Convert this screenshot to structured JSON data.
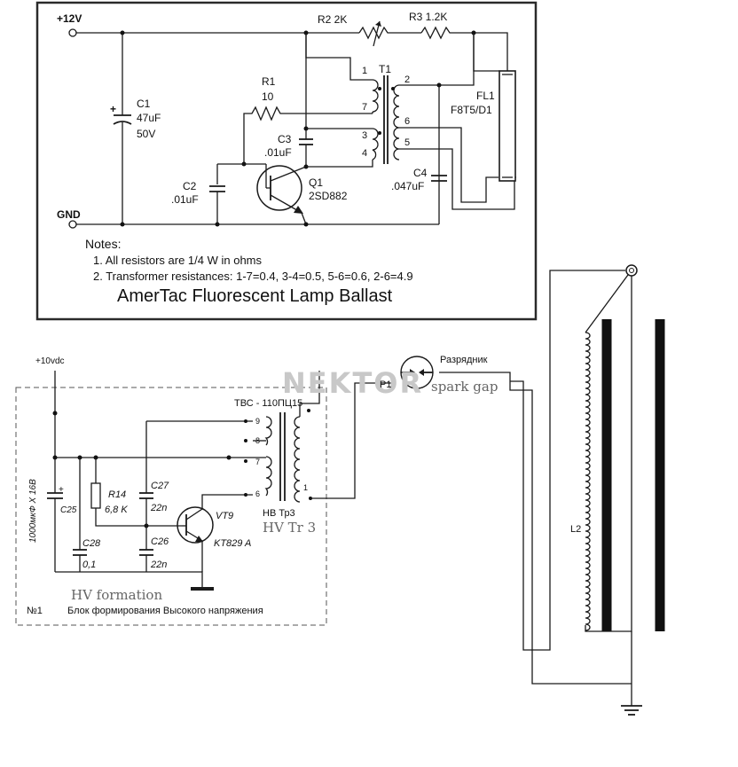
{
  "diagram_top": {
    "supply_label": "+12V",
    "ground_label": "GND",
    "r2_label": "R2 2K",
    "r3_label": "R3  1.2K",
    "c1_ref": "C1",
    "c1_value": "47uF",
    "c1_voltage": "50V",
    "r1_ref": "R1",
    "r1_value": "10",
    "c3_ref": "C3",
    "c3_value": ".01uF",
    "c2_ref": "C2",
    "c2_value": ".01uF",
    "q1_ref": "Q1",
    "q1_part": "2SD882",
    "t1_ref": "T1",
    "fl1_ref": "FL1",
    "fl1_part": "F8T5/D1",
    "c4_ref": "C4",
    "c4_value": ".047uF",
    "pin_1": "1",
    "pin_2": "2",
    "pin_7": "7",
    "pin_6": "6",
    "pin_3": "3",
    "pin_5": "5",
    "pin_4": "4",
    "plus_sign": "+",
    "notes_title": "Notes:",
    "note_1": "1. All resistors are 1/4 W in ohms",
    "note_2": "2. Transformer resistances: 1-7=0.4, 3-4=0.5, 5-6=0.6, 2-6=4.9",
    "title": "AmerTac Fluorescent Lamp Ballast"
  },
  "diagram_bottom": {
    "supply_label": "+10vdc",
    "transformer_label": "ТВС - 110ПЦ15",
    "spark_gap_ru": "Разрядник",
    "spark_gap_ref": "P1",
    "spark_gap_en": "spark gap",
    "watermark": "NEKTOR",
    "c25_ref": "C25",
    "c25_rating": "1000мкФ Х 16В",
    "plus_sign": "+",
    "r14_ref": "R14",
    "r14_value": "6,8 K",
    "c27_ref": "C27",
    "c27_value": "22n",
    "c26_ref": "C26",
    "c26_value": "22n",
    "c28_ref": "C28",
    "c28_value": "0,1",
    "vt9_ref": "VT9",
    "vt9_part": "KT829 A",
    "hv_tr_ru": "HB Тр3",
    "hv_tr_en": "HV Tr 3",
    "pin_9": "9",
    "pin_8": "8",
    "pin_7": "7",
    "pin_6": "6",
    "pin_1": "1",
    "l2_ref": "L2",
    "hv_formation_en": "HV formation",
    "block_number": "№1",
    "block_label_ru": "Блок формирования Высокого напряжения"
  }
}
